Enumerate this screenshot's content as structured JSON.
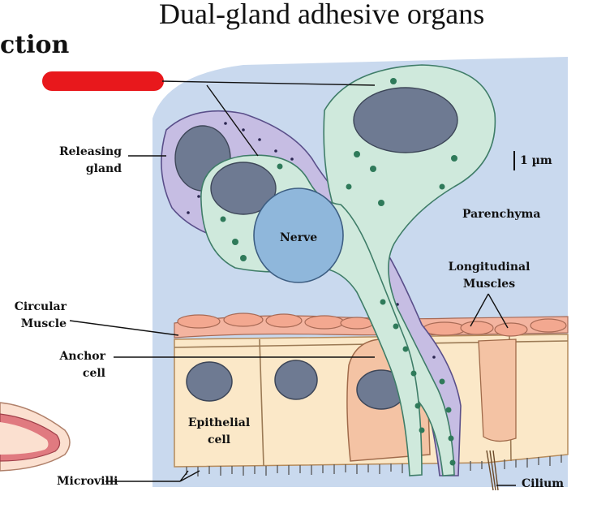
{
  "title": "Dual-gland adhesive organs",
  "subtitle": "ction",
  "labels": {
    "releasing_gland": [
      "Releasing",
      "gland"
    ],
    "scale": "1 µm",
    "parenchyma": "Parenchyma",
    "nerve": "Nerve",
    "longitudinal_muscles": [
      "Longitudinal",
      "Muscles"
    ],
    "circular_muscle": [
      "Circular",
      "Muscle"
    ],
    "anchor_cell": [
      "Anchor",
      "cell"
    ],
    "epithelial_cell": [
      "Epithelial",
      "cell"
    ],
    "microvilli": "Microvilli",
    "cilium": "Cilium"
  },
  "colors": {
    "parenchyma_bg": "#c9d9ee",
    "epithelium": "#fbe8c8",
    "anchor_cell": "#f4c3a4",
    "green_gland": "#cfe9dc",
    "purple_gland": "#c6bde3",
    "nerve": "#8fb7db",
    "nucleus": "#6e7a92",
    "muscle": "#f3b4a0",
    "redaction": "#e8181c"
  }
}
